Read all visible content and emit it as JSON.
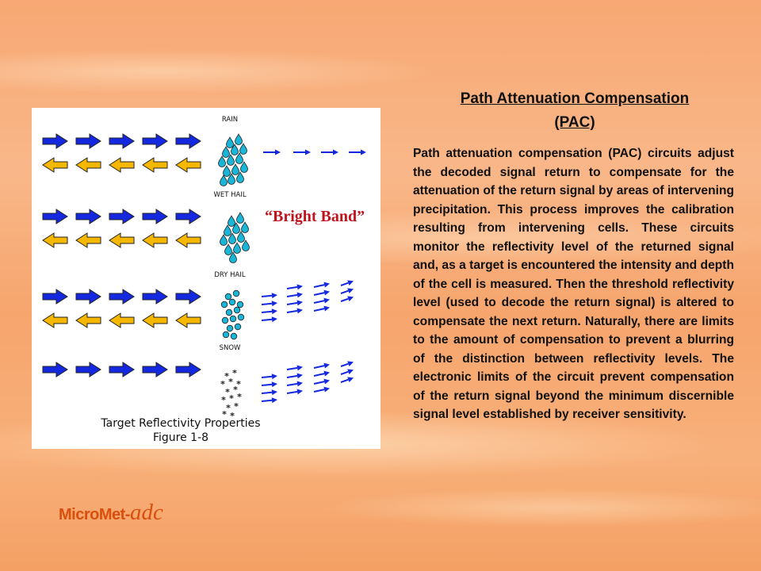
{
  "slide": {
    "title_line1": "Path Attenuation Compensation",
    "title_line2": "(PAC)",
    "body": "Path attenuation compensation (PAC) circuits adjust the decoded signal return to compensate for the attenuation of the return signal by areas of intervening precipitation. This process improves the calibration resulting from intervening cells. These circuits monitor the reflectivity level of the returned signal and, as a target is encountered the intensity and depth of the cell is measured. Then the threshold reflectivity level (used to decode the return signal) is altered to compensate the next return. Naturally, there are limits to the amount of compensation to prevent a blurring of the distinction between reflectivity levels. The electronic limits of the circuit prevent compensation of the return signal beyond the minimum discernible signal level established by receiver sensitivity.",
    "annotation": "“Bright Band”"
  },
  "figure": {
    "rows": [
      {
        "label": "RAIN",
        "particle": "drop",
        "particle_color": "#19b6d8",
        "return_arrows": "single"
      },
      {
        "label": "WET HAIL",
        "particle": "drop",
        "particle_color": "#19b6d8",
        "return_arrows": "none"
      },
      {
        "label": "DRY HAIL",
        "particle": "ball",
        "particle_color": "#19b6d8",
        "return_arrows": "scatter"
      },
      {
        "label": "SNOW",
        "particle": "flake",
        "particle_color": "#222222",
        "return_arrows": "scatter"
      }
    ],
    "caption_line1": "Target Reflectivity Properties",
    "caption_line2": "Figure 1-8",
    "colors": {
      "incident": "#1428e0",
      "returned": "#f5b700",
      "return_scatter": "#1428e0"
    }
  },
  "logo": {
    "main": "MicroMet-",
    "sub": "adc",
    "color": "#d94f0d"
  }
}
